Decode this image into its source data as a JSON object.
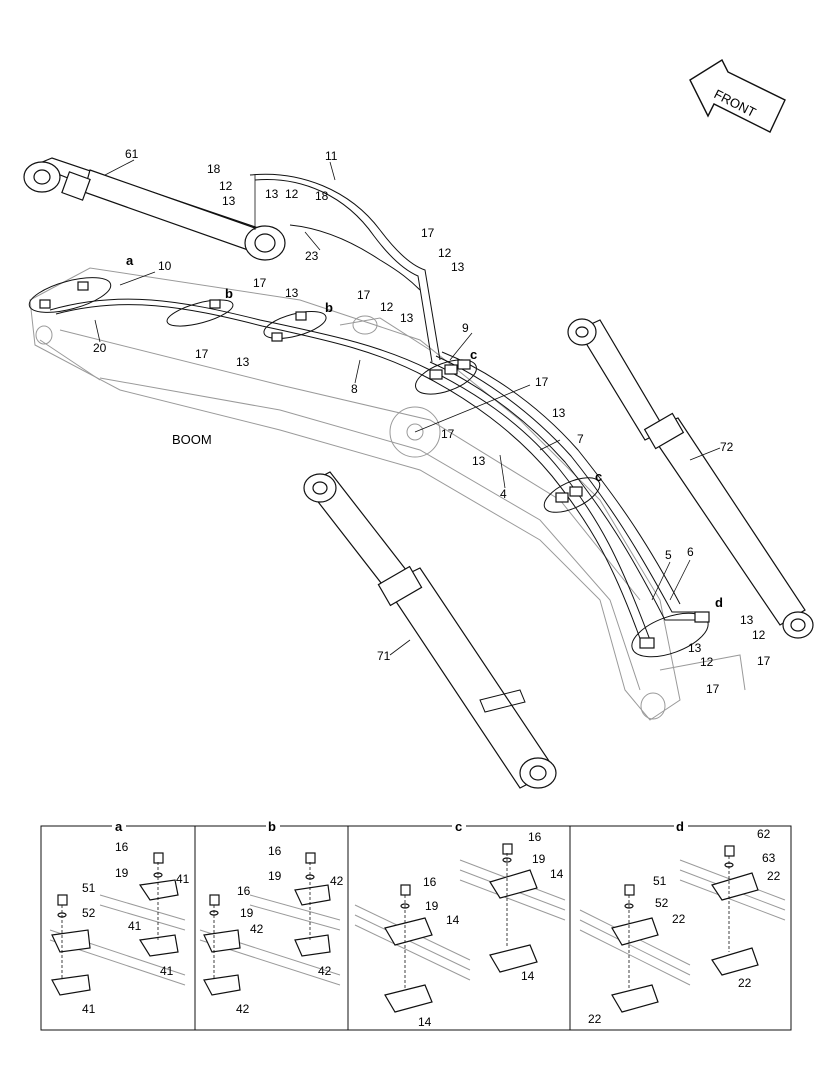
{
  "front_arrow": {
    "label": "FRONT"
  },
  "boom_label": "BOOM",
  "callouts": {
    "c61": "61",
    "c11": "11",
    "c18a": "18",
    "c12a": "12",
    "c13a": "13",
    "c13b": "13",
    "c12b": "12",
    "c18b": "18",
    "c23": "23",
    "c17a": "17",
    "c12c": "12",
    "c13c": "13",
    "c17b": "17",
    "c12d": "12",
    "c13d": "13",
    "ca": "a",
    "c10": "10",
    "c17c": "17",
    "cb1": "b",
    "c13e": "13",
    "cb2": "b",
    "c20": "20",
    "c17d": "17",
    "c13f": "13",
    "c9": "9",
    "cc1": "c",
    "c8": "8",
    "c17e": "17",
    "c13g": "13",
    "c17f": "17",
    "c13h": "13",
    "c7": "7",
    "c4": "4",
    "cc2": "c",
    "c72": "72",
    "c5": "5",
    "c6": "6",
    "cd": "d",
    "c13i": "13",
    "c12e": "12",
    "c13j": "13",
    "c12f": "12",
    "c17g": "17",
    "c17h": "17",
    "c71": "71"
  },
  "detail_panels": [
    {
      "key": "a",
      "labels": [
        "16",
        "19",
        "41",
        "51",
        "52",
        "41",
        "41",
        "41"
      ]
    },
    {
      "key": "b",
      "labels": [
        "16",
        "19",
        "42",
        "16",
        "19",
        "42",
        "42",
        "42"
      ]
    },
    {
      "key": "c",
      "labels": [
        "16",
        "19",
        "14",
        "16",
        "19",
        "14",
        "14",
        "14"
      ]
    },
    {
      "key": "d",
      "labels": [
        "62",
        "63",
        "22",
        "51",
        "52",
        "22",
        "22",
        "22"
      ]
    }
  ]
}
